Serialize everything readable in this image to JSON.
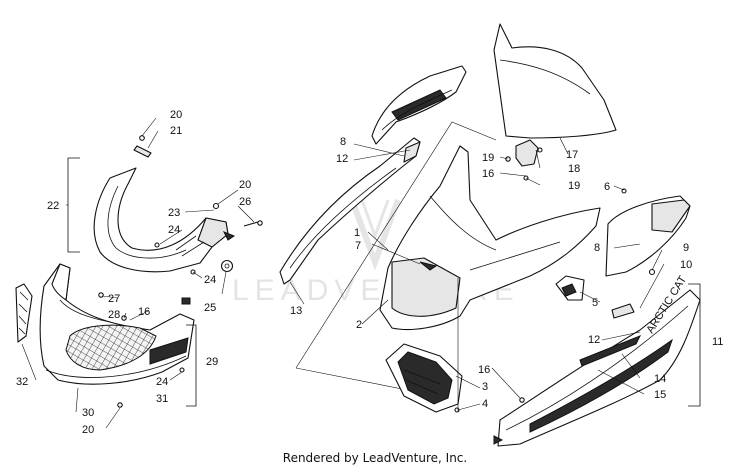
{
  "watermark": "LEADVENTURE",
  "footer": "Rendered by LeadVenture, Inc.",
  "decal_text": "ARCTIC CAT",
  "callouts": {
    "c20a": "20",
    "c21": "21",
    "c22": "22",
    "c20b": "20",
    "c26": "26",
    "c23": "23",
    "c24a": "24",
    "c24b": "24",
    "c25": "25",
    "c27": "27",
    "c28": "28",
    "c16a": "16",
    "c29": "29",
    "c32": "32",
    "c24c": "24",
    "c31": "31",
    "c30": "30",
    "c20c": "20",
    "c8a": "8",
    "c12a": "12",
    "c1": "1",
    "c7": "7",
    "c13": "13",
    "c2": "2",
    "c3": "3",
    "c4": "4",
    "c16b": "16",
    "c17": "17",
    "c19a": "19",
    "c18": "18",
    "c16c": "16",
    "c19b": "19",
    "c6": "6",
    "c8b": "8",
    "c9": "9",
    "c10": "10",
    "c5": "5",
    "c11": "11",
    "c12b": "12",
    "c14": "14",
    "c15": "15"
  }
}
